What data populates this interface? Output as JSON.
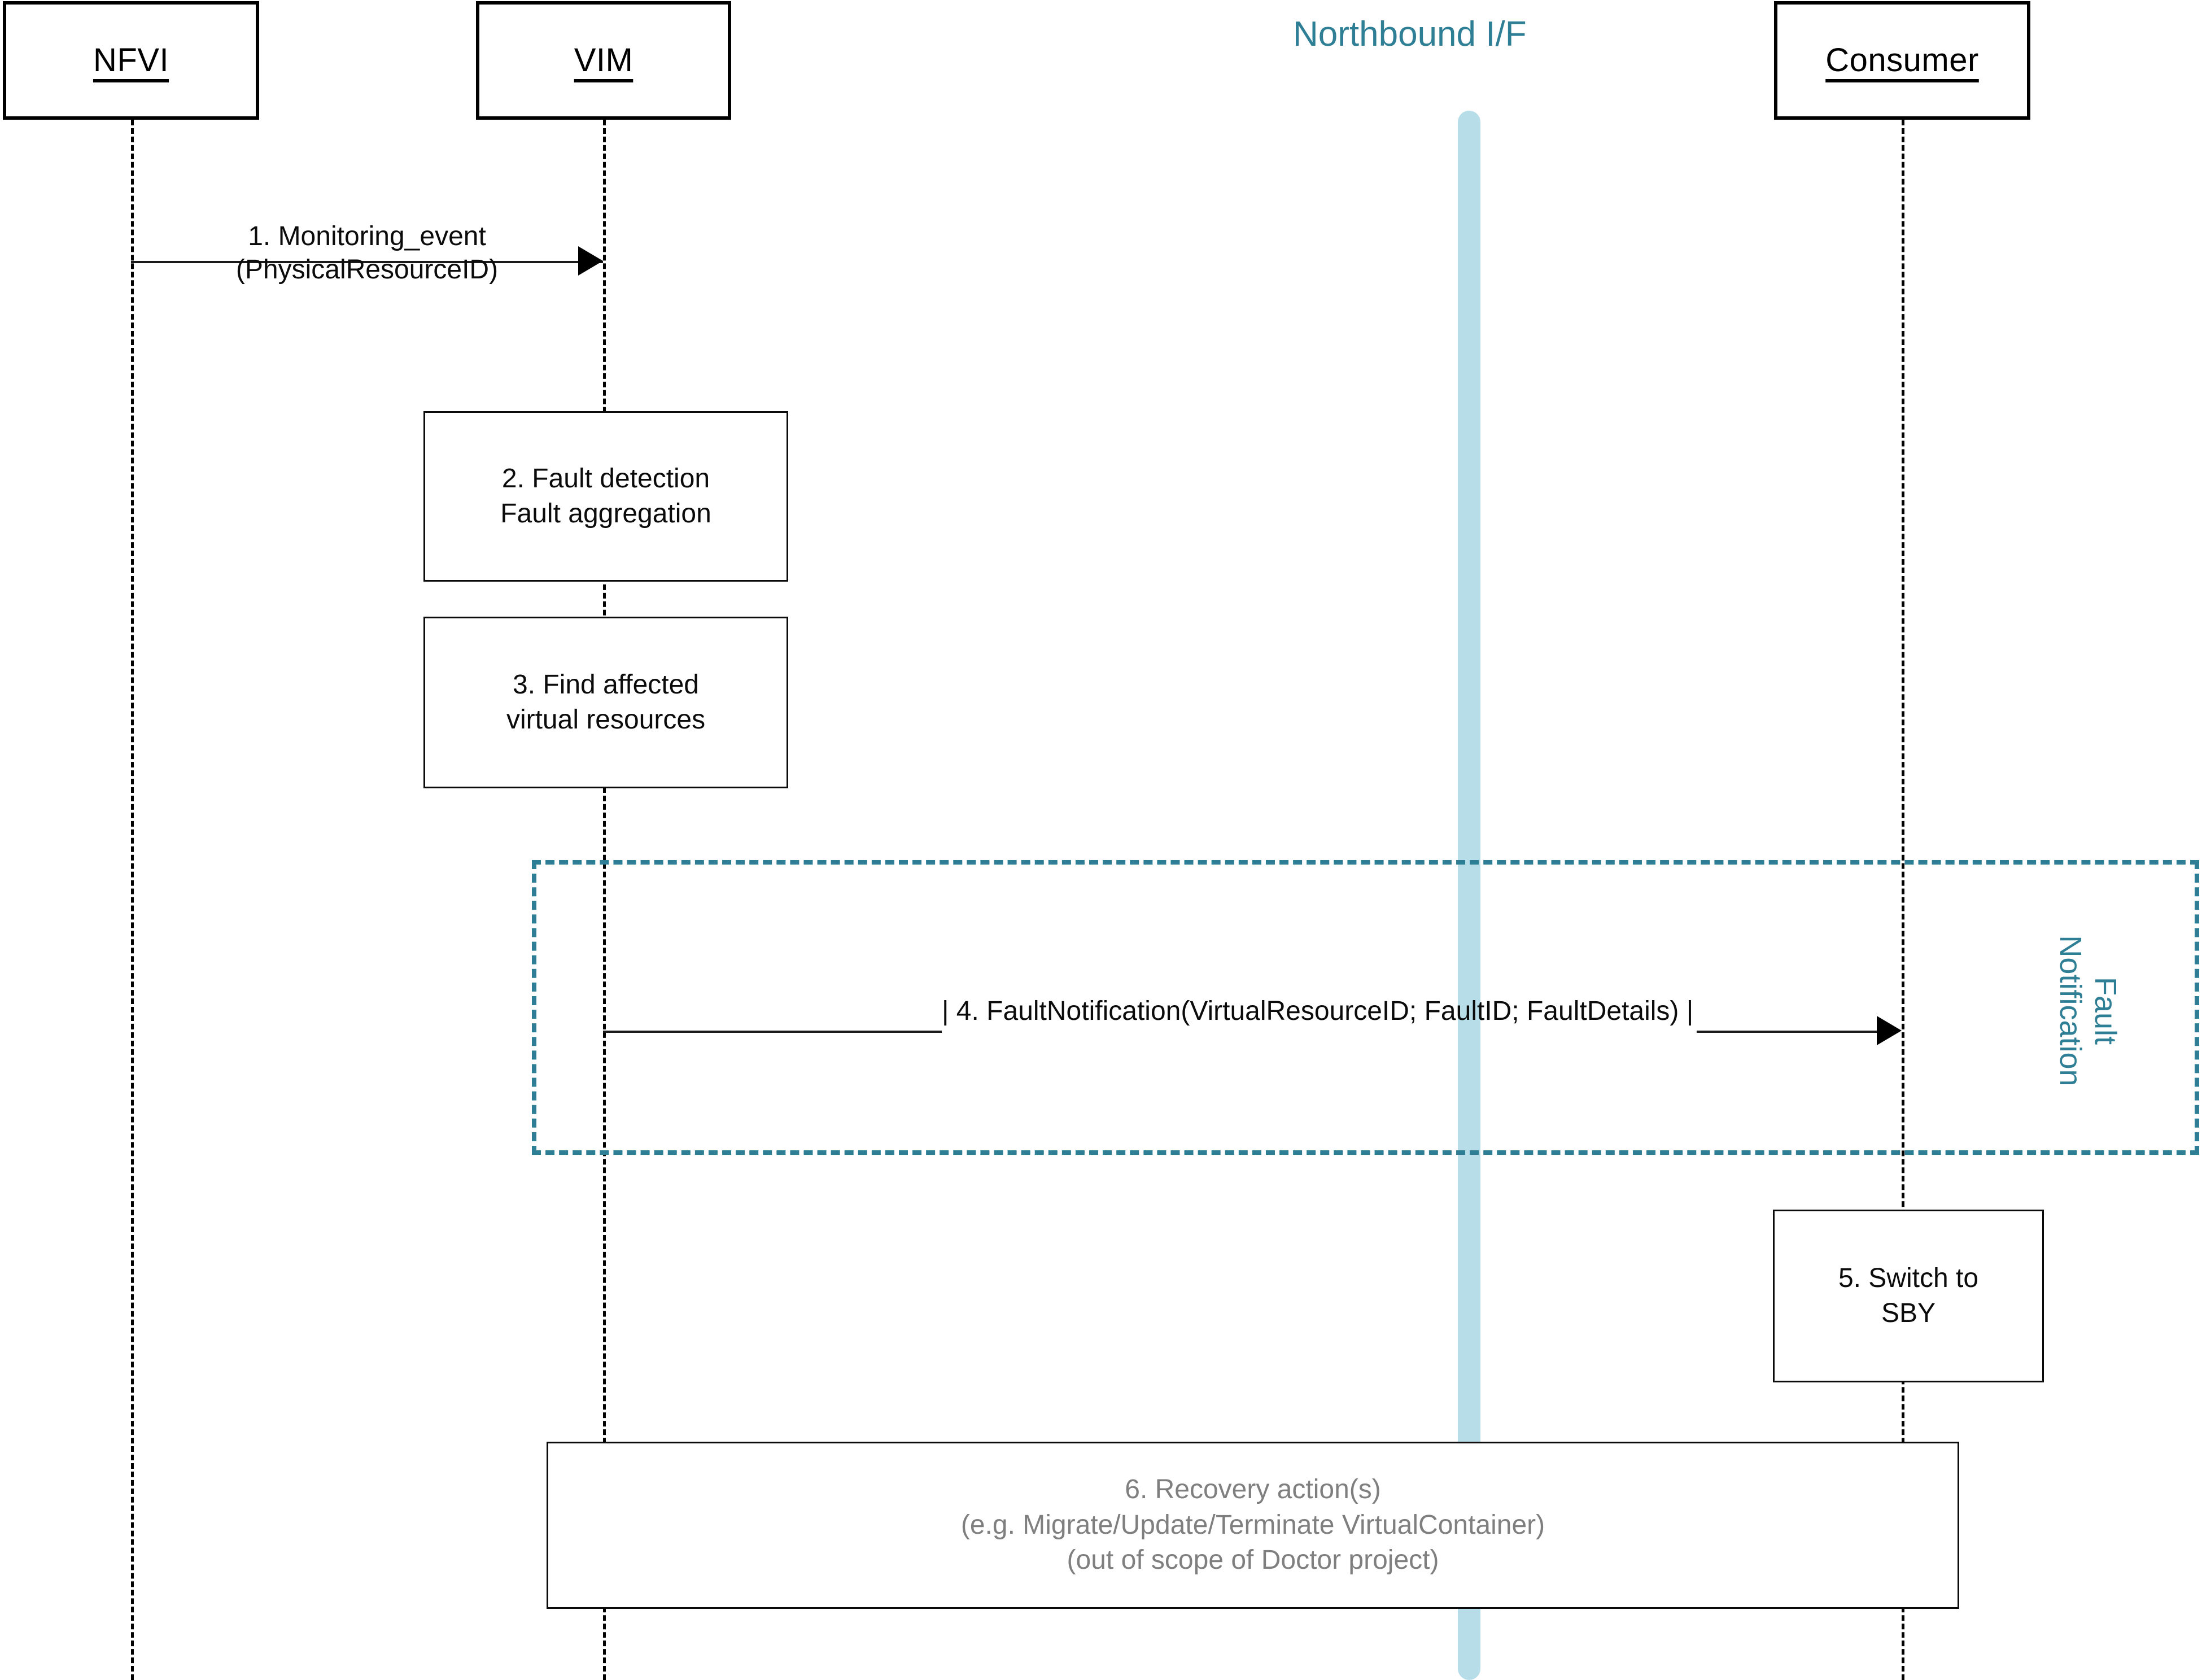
{
  "diagram": {
    "title_interface": "Northbound I/F",
    "accent_color": "#2e7f95",
    "bar_color": "#b6dde8",
    "muted_color": "#7f7f7f",
    "line_color": "#000000"
  },
  "participants": [
    {
      "name": "NFVI"
    },
    {
      "name": "VIM"
    },
    {
      "name": "Consumer"
    }
  ],
  "messages": [
    {
      "id": "msg-1",
      "label": "1. Monitoring_event\n(PhysicalResourceID)",
      "from": "NFVI",
      "to": "VIM"
    },
    {
      "id": "msg-4",
      "label": "| 4. FaultNotification(VirtualResourceID; FaultID; FaultDetails) |",
      "from": "VIM",
      "to": "Consumer"
    }
  ],
  "actions": [
    {
      "id": "step-2",
      "on": "VIM",
      "label": "2. Fault detection\nFault aggregation"
    },
    {
      "id": "step-3",
      "on": "VIM",
      "label": "3. Find affected\nvirtual resources"
    },
    {
      "id": "step-5",
      "on": "Consumer",
      "label": "5. Switch to\nSBY"
    },
    {
      "id": "step-6",
      "on": "VIM-Consumer",
      "label": "6. Recovery action(s)\n(e.g. Migrate/Update/Terminate VirtualContainer)\n(out of scope of Doctor project)"
    }
  ],
  "fragment": {
    "id": "fault-notification-frame",
    "label": "Fault\nNotification"
  }
}
